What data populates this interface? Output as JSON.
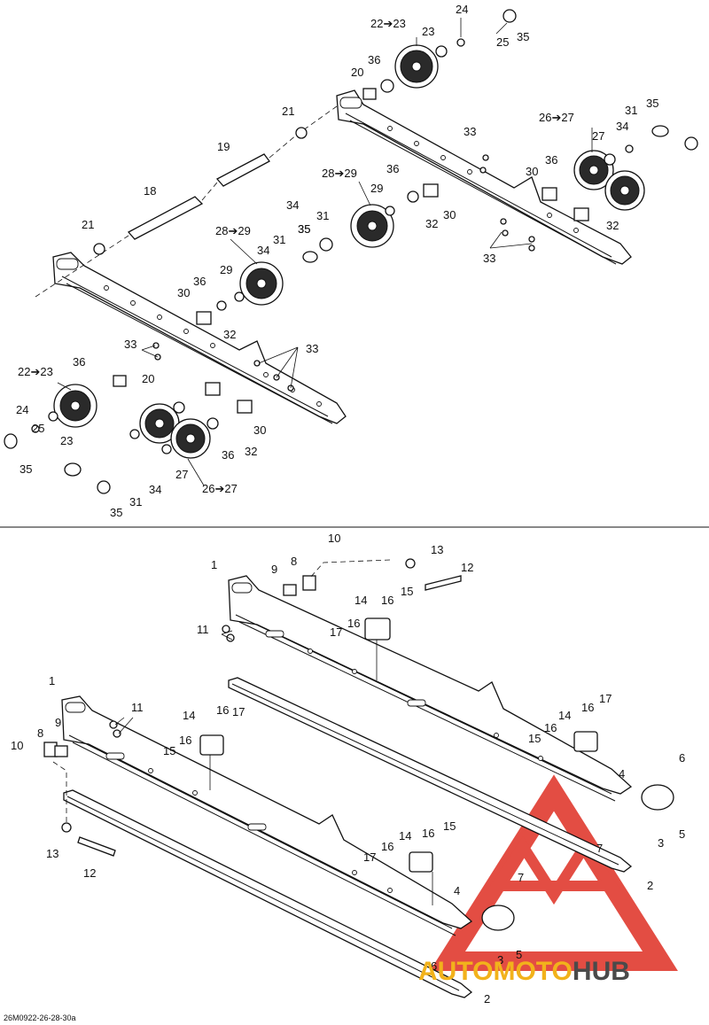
{
  "diagram": {
    "reference_code": "26M0922-26-28-30a",
    "watermark": {
      "brand_part_1": "AUTOMOTO",
      "brand_part_2": "HUB",
      "color_red": "#e03a2f",
      "color_yellow": "#f2b21b",
      "color_grey": "#4a4a4a"
    },
    "callouts_top": [
      "22➔23",
      "23",
      "24",
      "25",
      "35",
      "20",
      "36",
      "21",
      "19",
      "18",
      "21",
      "26➔27",
      "31",
      "35",
      "27",
      "34",
      "33",
      "30",
      "36",
      "32",
      "33",
      "28➔29",
      "36",
      "29",
      "34",
      "31",
      "35",
      "30",
      "32",
      "28➔29",
      "34",
      "31",
      "35",
      "29",
      "30",
      "36",
      "32",
      "33",
      "33",
      "22➔23",
      "36",
      "20",
      "24",
      "25",
      "23",
      "35",
      "30",
      "32",
      "36",
      "27",
      "34",
      "31",
      "35",
      "26➔27"
    ],
    "callouts_bottom": [
      "10",
      "13",
      "12",
      "1",
      "9",
      "8",
      "11",
      "14",
      "16",
      "15",
      "17",
      "16",
      "1",
      "11",
      "8",
      "9",
      "10",
      "14",
      "16",
      "17",
      "15",
      "16",
      "13",
      "12",
      "14",
      "16",
      "17",
      "15",
      "16",
      "6",
      "4",
      "5",
      "3",
      "7",
      "2",
      "14",
      "16",
      "15",
      "17",
      "16",
      "4",
      "7",
      "6",
      "3",
      "5",
      "2"
    ]
  }
}
